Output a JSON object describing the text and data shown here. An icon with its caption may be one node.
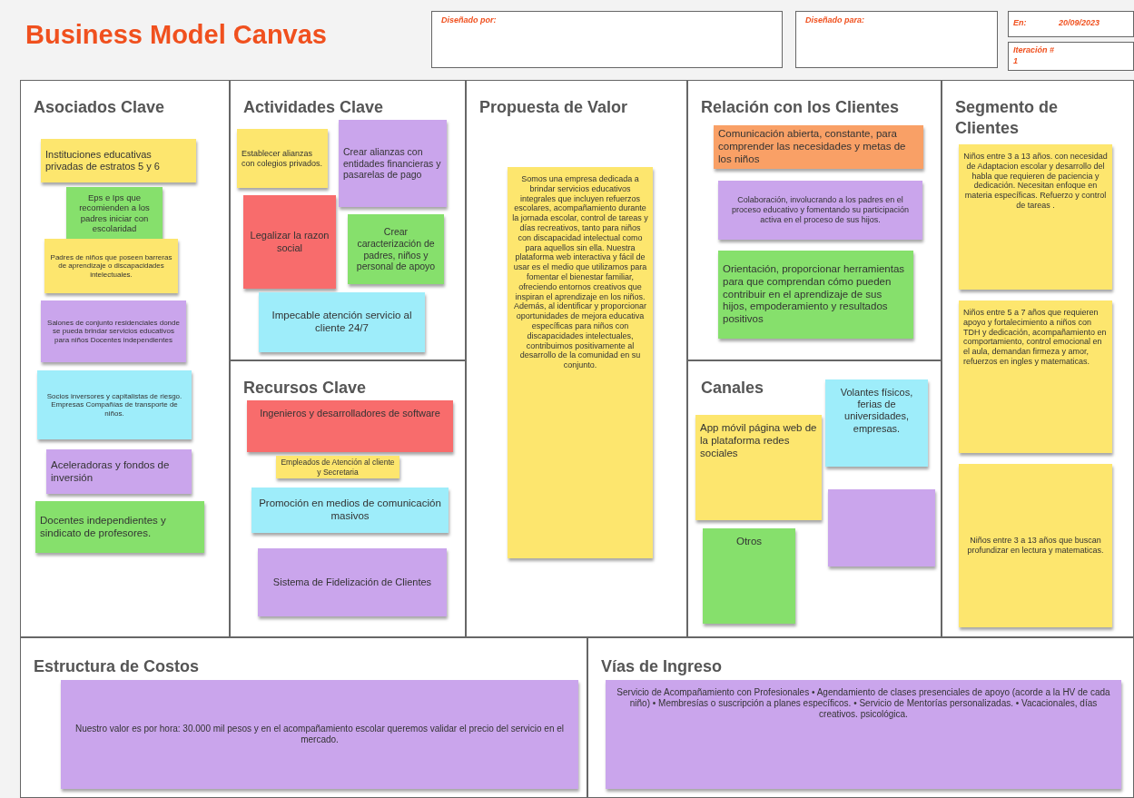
{
  "diagram": {
    "title": "Business Model Canvas",
    "nodes": [
      {
        "text": [
          "Diseñado por:"
        ]
      },
      {
        "text": [
          "Diseñado para:"
        ]
      },
      {
        "text": [
          "En:",
          "20/09/2023"
        ]
      },
      {
        "text": [
          "Iteración #",
          "1"
        ]
      },
      {
        "text": [
          "Asociados Clave"
        ]
      },
      {
        "text": [
          "Instituciones educativas privadas de estratos 5 y 6"
        ],
        "in": 4
      },
      {
        "text": [
          "Eps e Ips que recomienden a los padres iniciar con escolaridad"
        ],
        "in": 4
      },
      {
        "text": [
          "Padres de niños que poseen barreras de aprendizaje o discapacidades intelectuales."
        ],
        "in": 4
      },
      {
        "text": [
          "Salones de conjunto residenciales donde se pueda brindar servicios educativos para niños Docentes independientes"
        ],
        "in": 4
      },
      {
        "text": [
          "Socios inversores y capitalistas de riesgo. Empresas Compañías de transporte de niños."
        ],
        "in": 4
      },
      {
        "text": [
          "Aceleradoras y fondos de inversión"
        ],
        "in": 4
      },
      {
        "text": [
          "Docentes independientes y sindicato de profesores."
        ],
        "in": 4
      },
      {
        "text": [
          "Actividades Clave"
        ]
      },
      {
        "text": [
          "Establecer alianzas con colegios privados."
        ],
        "in": 12
      },
      {
        "text": [
          "Crear alianzas con entidades financieras y pasarelas de pago"
        ],
        "in": 12
      },
      {
        "text": [
          "Legalizar la razon social"
        ],
        "in": 12
      },
      {
        "text": [
          "Crear caracterización de padres, niños y personal de apoyo"
        ],
        "in": 12
      },
      {
        "text": [
          "Impecable atención servicio al cliente 24/7"
        ],
        "in": 12
      },
      {
        "text": [
          "Recursos Clave"
        ]
      },
      {
        "text": [
          "Ingenieros y desarrolladores de software"
        ],
        "in": 18
      },
      {
        "text": [
          "Empleados de Atención al cliente y Secretaria"
        ],
        "in": 18
      },
      {
        "text": [
          "Promoción en medios de comunicación masivos"
        ],
        "in": 18
      },
      {
        "text": [
          "Sistema de Fidelización de Clientes"
        ],
        "in": 18
      },
      {
        "text": [
          "Propuesta de Valor"
        ]
      },
      {
        "text": [
          "Somos una empresa dedicada a brindar servicios educativos integrales que incluyen refuerzos escolares, acompañamiento durante la jornada escolar, control de tareas y días recreativos, tanto para niños con discapacidad intelectual como para aquellos sin ella. Nuestra plataforma web interactiva y fácil de usar es el medio que utilizamos para fomentar el bienestar familiar, ofreciendo entornos creativos que inspiran el aprendizaje en los niños. Además, al identificar y proporcionar oportunidades de mejora educativa específicas para niños con discapacidades intelectuales, contribuimos positivamente al desarrollo de la comunidad en su conjunto."
        ],
        "in": 23
      },
      {
        "text": [
          "Relación con los Clientes"
        ]
      },
      {
        "text": [
          "Comunicación abierta, constante, para comprender las necesidades y metas de los niños"
        ],
        "in": 25
      },
      {
        "text": [
          "Colaboración, involucrando a los padres en el proceso educativo y fomentando su participación activa en el proceso de sus hijos."
        ],
        "in": 25
      },
      {
        "text": [
          "Orientación, proporcionar herramientas para que comprendan cómo pueden contribuir en el aprendizaje de sus hijos, empoderamiento y resultados positivos"
        ],
        "in": 25
      },
      {
        "text": [
          "Canales"
        ]
      },
      {
        "text": [
          "Volantes físicos, ferias de universidades, empresas."
        ],
        "in": 29
      },
      {
        "text": [
          "App móvil página web de la plataforma redes sociales"
        ],
        "in": 29
      },
      {
        "text": [],
        "shape": "box",
        "in": 29
      },
      {
        "text": [
          "Otros"
        ],
        "in": 29
      },
      {
        "text": [
          "Segmento de Clientes"
        ]
      },
      {
        "text": [
          "Niños entre 3 a 13 años. con necesidad de Adaptacion escolar y desarrollo del habla que requieren de paciencia y dedicación. Necesitan enfoque en materia específicas. Refuerzo y control de tareas ."
        ],
        "in": 34
      },
      {
        "text": [
          "Niños entre 5 a 7 años que requieren apoyo y fortalecimiento a niños con TDH y dedicación, acompañamiento en comportamiento, control emocional en el aula, demandan firmeza y amor, refuerzos en ingles y matematicas."
        ],
        "in": 34
      },
      {
        "text": [
          "Niños entre 3 a 13 años que buscan profundizar en lectura y matematicas."
        ],
        "in": 34
      },
      {
        "text": [
          "Estructura de Costos"
        ]
      },
      {
        "text": [
          "Nuestro valor es por hora: 30.000 mil pesos y en el acompañamiento escolar queremos validar el precio del servicio en el mercado."
        ],
        "in": 38
      },
      {
        "text": [
          "Vías de Ingreso"
        ]
      },
      {
        "text": [
          "Servicio de Acompañamiento con Profesionales • Agendamiento de clases presenciales de apoyo (acorde a la HV de cada niño) • Membresías o suscripción a planes específicos. • Servicio de Mentorías personalizadas. • Vacacionales, días creativos. psicológica."
        ],
        "in": 40
      }
    ]
  }
}
